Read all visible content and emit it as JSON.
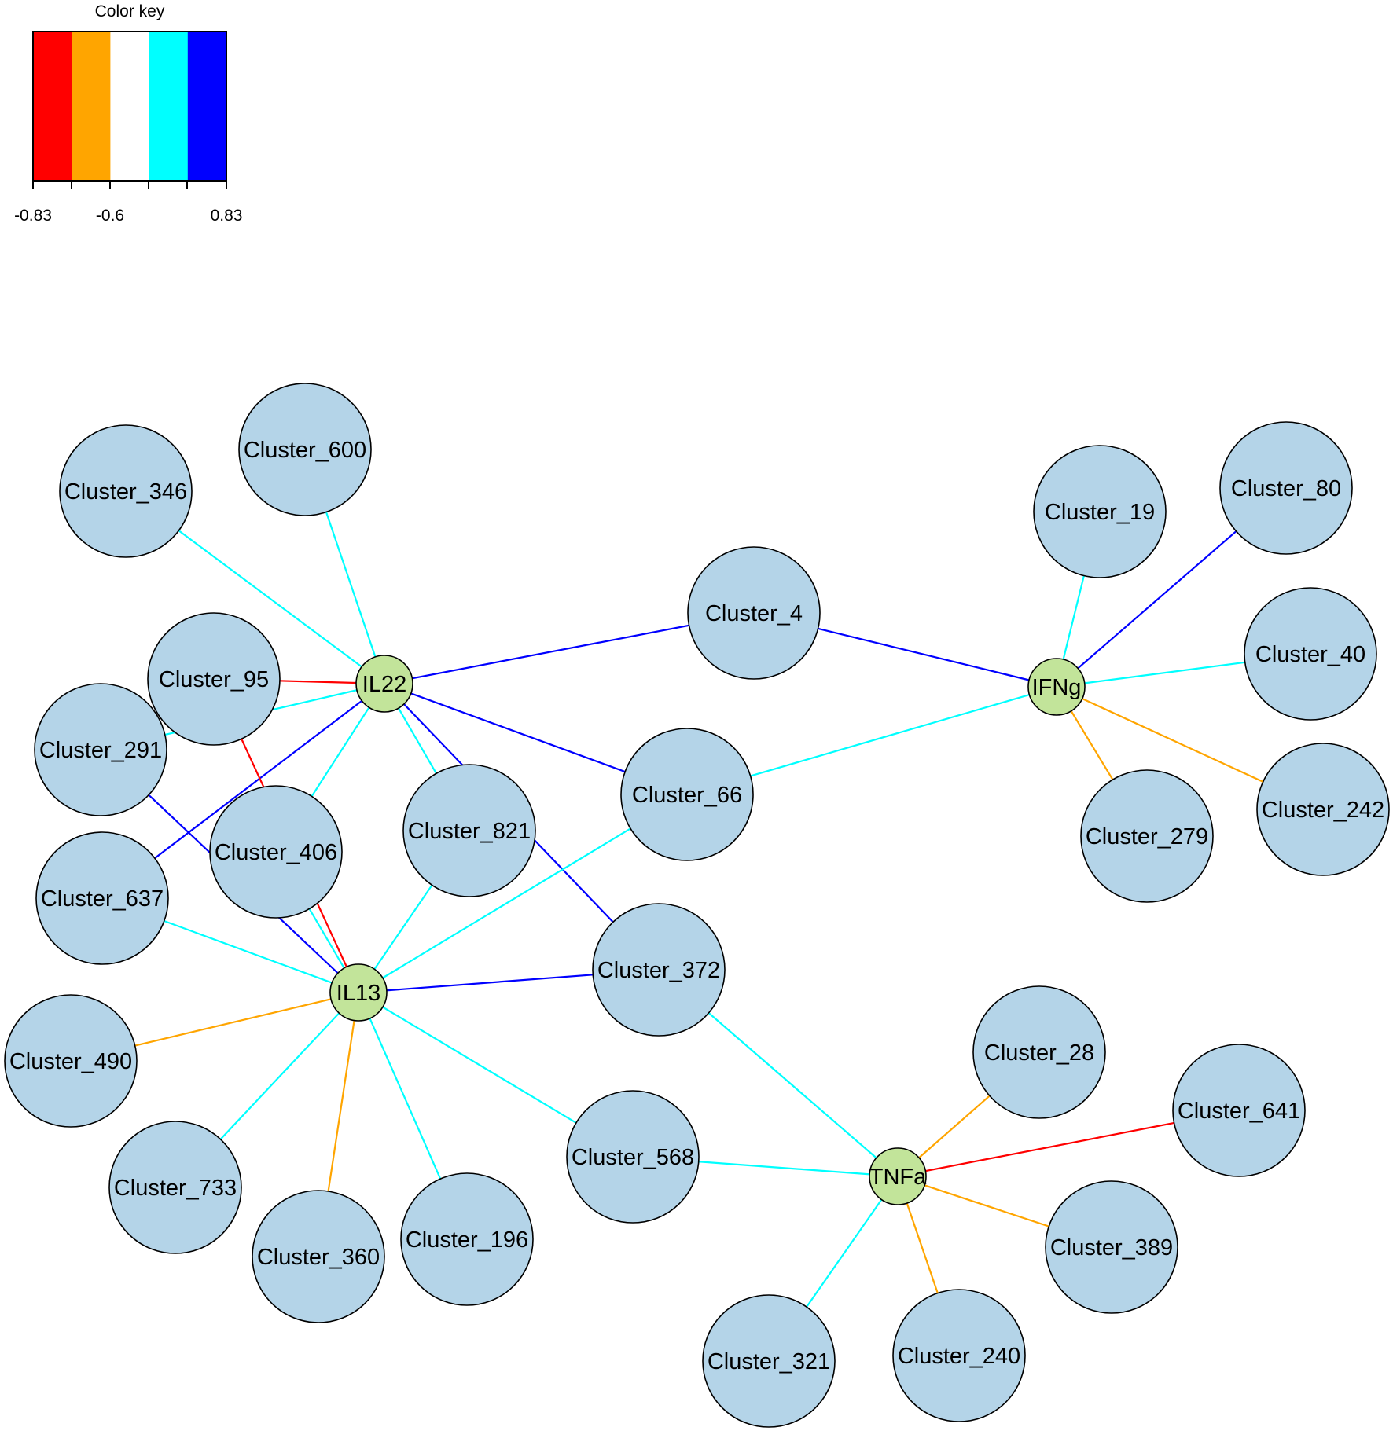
{
  "color_key": {
    "title": "Color key",
    "bands": [
      "#ff0000",
      "#ffa500",
      "#ffffff",
      "#00ffff",
      "#0000ff"
    ],
    "ticks": [
      "-0.83",
      "-0.6",
      "0.83"
    ]
  },
  "palette": {
    "red": "#ff0000",
    "orange": "#ffa500",
    "cyan": "#00ffff",
    "blue": "#0000ff",
    "cytokine_fill": "#c2e49a",
    "cluster_fill": "#b4d4e8"
  },
  "nodes": [
    {
      "id": "IL22",
      "label": "IL22",
      "kind": "cytokine"
    },
    {
      "id": "IL13",
      "label": "IL13",
      "kind": "cytokine"
    },
    {
      "id": "IFNg",
      "label": "IFNg",
      "kind": "cytokine"
    },
    {
      "id": "TNFa",
      "label": "TNFa",
      "kind": "cytokine"
    },
    {
      "id": "c600",
      "label": "Cluster_600",
      "kind": "cluster"
    },
    {
      "id": "c346",
      "label": "Cluster_346",
      "kind": "cluster"
    },
    {
      "id": "c95",
      "label": "Cluster_95",
      "kind": "cluster"
    },
    {
      "id": "c291",
      "label": "Cluster_291",
      "kind": "cluster"
    },
    {
      "id": "c406",
      "label": "Cluster_406",
      "kind": "cluster"
    },
    {
      "id": "c821",
      "label": "Cluster_821",
      "kind": "cluster"
    },
    {
      "id": "c637",
      "label": "Cluster_637",
      "kind": "cluster"
    },
    {
      "id": "c4",
      "label": "Cluster_4",
      "kind": "cluster"
    },
    {
      "id": "c66",
      "label": "Cluster_66",
      "kind": "cluster"
    },
    {
      "id": "c19",
      "label": "Cluster_19",
      "kind": "cluster"
    },
    {
      "id": "c80",
      "label": "Cluster_80",
      "kind": "cluster"
    },
    {
      "id": "c40",
      "label": "Cluster_40",
      "kind": "cluster"
    },
    {
      "id": "c242",
      "label": "Cluster_242",
      "kind": "cluster"
    },
    {
      "id": "c279",
      "label": "Cluster_279",
      "kind": "cluster"
    },
    {
      "id": "c372",
      "label": "Cluster_372",
      "kind": "cluster"
    },
    {
      "id": "c490",
      "label": "Cluster_490",
      "kind": "cluster"
    },
    {
      "id": "c733",
      "label": "Cluster_733",
      "kind": "cluster"
    },
    {
      "id": "c360",
      "label": "Cluster_360",
      "kind": "cluster"
    },
    {
      "id": "c196",
      "label": "Cluster_196",
      "kind": "cluster"
    },
    {
      "id": "c568",
      "label": "Cluster_568",
      "kind": "cluster"
    },
    {
      "id": "c28",
      "label": "Cluster_28",
      "kind": "cluster"
    },
    {
      "id": "c641",
      "label": "Cluster_641",
      "kind": "cluster"
    },
    {
      "id": "c389",
      "label": "Cluster_389",
      "kind": "cluster"
    },
    {
      "id": "c240",
      "label": "Cluster_240",
      "kind": "cluster"
    },
    {
      "id": "c321",
      "label": "Cluster_321",
      "kind": "cluster"
    }
  ],
  "edges": [
    {
      "from": "IL22",
      "to": "c346",
      "color": "cyan"
    },
    {
      "from": "IL22",
      "to": "c600",
      "color": "cyan"
    },
    {
      "from": "IL22",
      "to": "c95",
      "color": "red"
    },
    {
      "from": "IL22",
      "to": "c291",
      "color": "cyan"
    },
    {
      "from": "IL22",
      "to": "c637",
      "color": "blue"
    },
    {
      "from": "IL22",
      "to": "c406",
      "color": "cyan"
    },
    {
      "from": "IL22",
      "to": "c821",
      "color": "cyan"
    },
    {
      "from": "IL22",
      "to": "c372",
      "color": "blue"
    },
    {
      "from": "IL22",
      "to": "c66",
      "color": "blue"
    },
    {
      "from": "IL22",
      "to": "c4",
      "color": "blue"
    },
    {
      "from": "c4",
      "to": "IFNg",
      "color": "blue"
    },
    {
      "from": "IFNg",
      "to": "c19",
      "color": "cyan"
    },
    {
      "from": "IFNg",
      "to": "c80",
      "color": "blue"
    },
    {
      "from": "IFNg",
      "to": "c40",
      "color": "cyan"
    },
    {
      "from": "IFNg",
      "to": "c242",
      "color": "orange"
    },
    {
      "from": "IFNg",
      "to": "c279",
      "color": "orange"
    },
    {
      "from": "IFNg",
      "to": "c66",
      "color": "cyan"
    },
    {
      "from": "IL13",
      "to": "c95",
      "color": "red"
    },
    {
      "from": "IL13",
      "to": "c291",
      "color": "blue"
    },
    {
      "from": "IL13",
      "to": "c406",
      "color": "cyan"
    },
    {
      "from": "IL13",
      "to": "c637",
      "color": "cyan"
    },
    {
      "from": "IL13",
      "to": "c821",
      "color": "cyan"
    },
    {
      "from": "IL13",
      "to": "c66",
      "color": "cyan"
    },
    {
      "from": "IL13",
      "to": "c372",
      "color": "blue"
    },
    {
      "from": "IL13",
      "to": "c490",
      "color": "orange"
    },
    {
      "from": "IL13",
      "to": "c733",
      "color": "cyan"
    },
    {
      "from": "IL13",
      "to": "c360",
      "color": "orange"
    },
    {
      "from": "IL13",
      "to": "c196",
      "color": "cyan"
    },
    {
      "from": "IL13",
      "to": "c568",
      "color": "cyan"
    },
    {
      "from": "c372",
      "to": "TNFa",
      "color": "cyan"
    },
    {
      "from": "c568",
      "to": "TNFa",
      "color": "cyan"
    },
    {
      "from": "TNFa",
      "to": "c28",
      "color": "orange"
    },
    {
      "from": "TNFa",
      "to": "c641",
      "color": "red"
    },
    {
      "from": "TNFa",
      "to": "c389",
      "color": "orange"
    },
    {
      "from": "TNFa",
      "to": "c240",
      "color": "orange"
    },
    {
      "from": "TNFa",
      "to": "c321",
      "color": "cyan"
    }
  ]
}
